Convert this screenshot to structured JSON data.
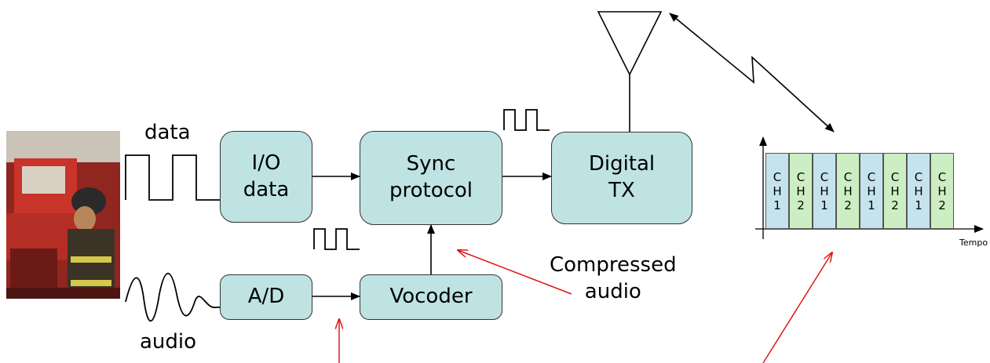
{
  "labels": {
    "data": "data",
    "audio": "audio",
    "compressed_line1": "Compressed",
    "compressed_line2": "audio",
    "tempo": "Tempo"
  },
  "blocks": {
    "io_line1": "I/O",
    "io_line2": "data",
    "sync_line1": "Sync",
    "sync_line2": "protocol",
    "digital_line1": "Digital",
    "digital_line2": "TX",
    "ad": "A/D",
    "vocoder": "Vocoder"
  },
  "tdma_slots": [
    {
      "c": "C",
      "h": "H",
      "n": "1"
    },
    {
      "c": "C",
      "h": "H",
      "n": "2"
    },
    {
      "c": "C",
      "h": "H",
      "n": "1"
    },
    {
      "c": "C",
      "h": "H",
      "n": "2"
    },
    {
      "c": "C",
      "h": "H",
      "n": "1"
    },
    {
      "c": "C",
      "h": "H",
      "n": "2"
    },
    {
      "c": "C",
      "h": "H",
      "n": "1"
    },
    {
      "c": "C",
      "h": "H",
      "n": "2"
    }
  ],
  "colors": {
    "block_fill": "#bfe3e3",
    "slot_ch1": "#c5e3ec",
    "slot_ch2": "#cdeec3",
    "annotation_arrow": "#e01818"
  }
}
